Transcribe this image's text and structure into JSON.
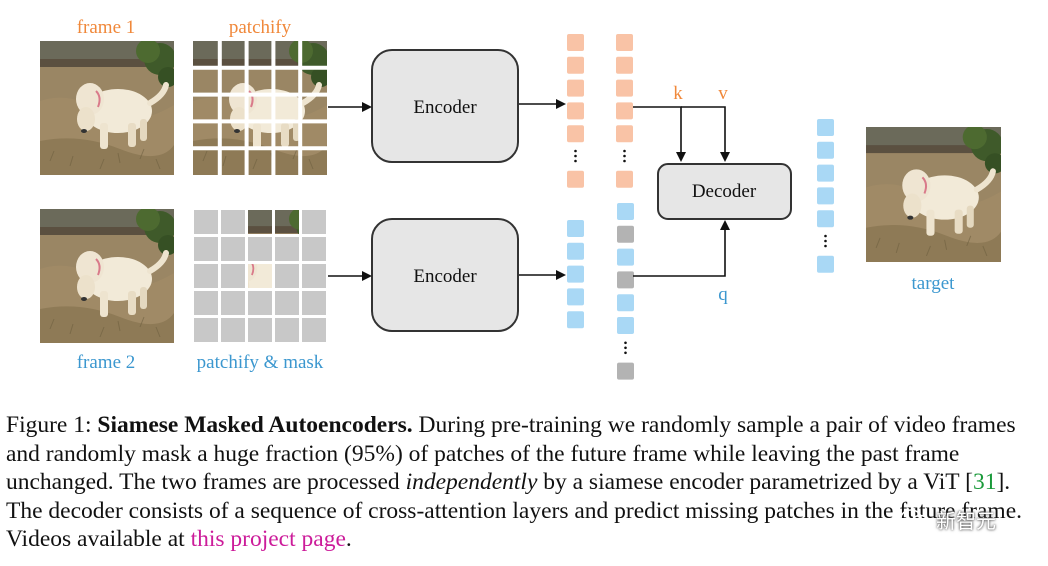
{
  "figure": {
    "labels": {
      "frame1": "frame 1",
      "patchify": "patchify",
      "frame2": "frame 2",
      "patchify_mask": "patchify & mask",
      "target": "target",
      "encoder_top": "Encoder",
      "encoder_bottom": "Encoder",
      "decoder": "Decoder",
      "k": "k",
      "v": "v",
      "q": "q"
    },
    "colors": {
      "orange_text": "#f0883a",
      "blue_text": "#3b97cf",
      "orange_token": "#f9c3a6",
      "blue_token": "#a9d8f5",
      "gray_token": "#b3b3b3",
      "box_fill": "#e6e6e6",
      "box_stroke": "#333333",
      "mask_fill": "#c8c8c8"
    },
    "token_columns": [
      {
        "name": "top-encoded",
        "colors": [
          "orange",
          "orange",
          "orange",
          "orange",
          "orange",
          "orange"
        ]
      },
      {
        "name": "top-keys-values",
        "colors": [
          "orange",
          "orange",
          "orange",
          "orange",
          "orange",
          "orange"
        ]
      },
      {
        "name": "bottom-encoded",
        "colors": [
          "blue",
          "blue",
          "blue",
          "blue",
          "blue"
        ]
      },
      {
        "name": "bottom-queries",
        "colors": [
          "blue",
          "gray",
          "blue",
          "gray",
          "blue",
          "blue",
          "gray"
        ]
      },
      {
        "name": "output",
        "colors": [
          "blue",
          "blue",
          "blue",
          "blue",
          "blue",
          "blue"
        ]
      }
    ],
    "visible_patches": [
      [
        0,
        2
      ],
      [
        0,
        3
      ],
      [
        2,
        2
      ]
    ]
  },
  "caption": {
    "prefix": "Figure 1: ",
    "title": "Siamese Masked Autoencoders.",
    "text1": " During pre-training we randomly sample a pair of video frames and randomly mask a huge fraction (",
    "fraction": "95%",
    "text2": ") of patches of the future frame while leaving the past frame unchanged. The two frames are processed ",
    "emph": "independently",
    "text3": " by a siamese encoder parametrized by a ViT [",
    "citation": "31",
    "text4": "]. The decoder consists of a sequence of cross-attention layers and predict missing patches in the future frame. Videos available at ",
    "link": "this project page",
    "text5": "."
  },
  "watermark": {
    "text": "新智元"
  }
}
